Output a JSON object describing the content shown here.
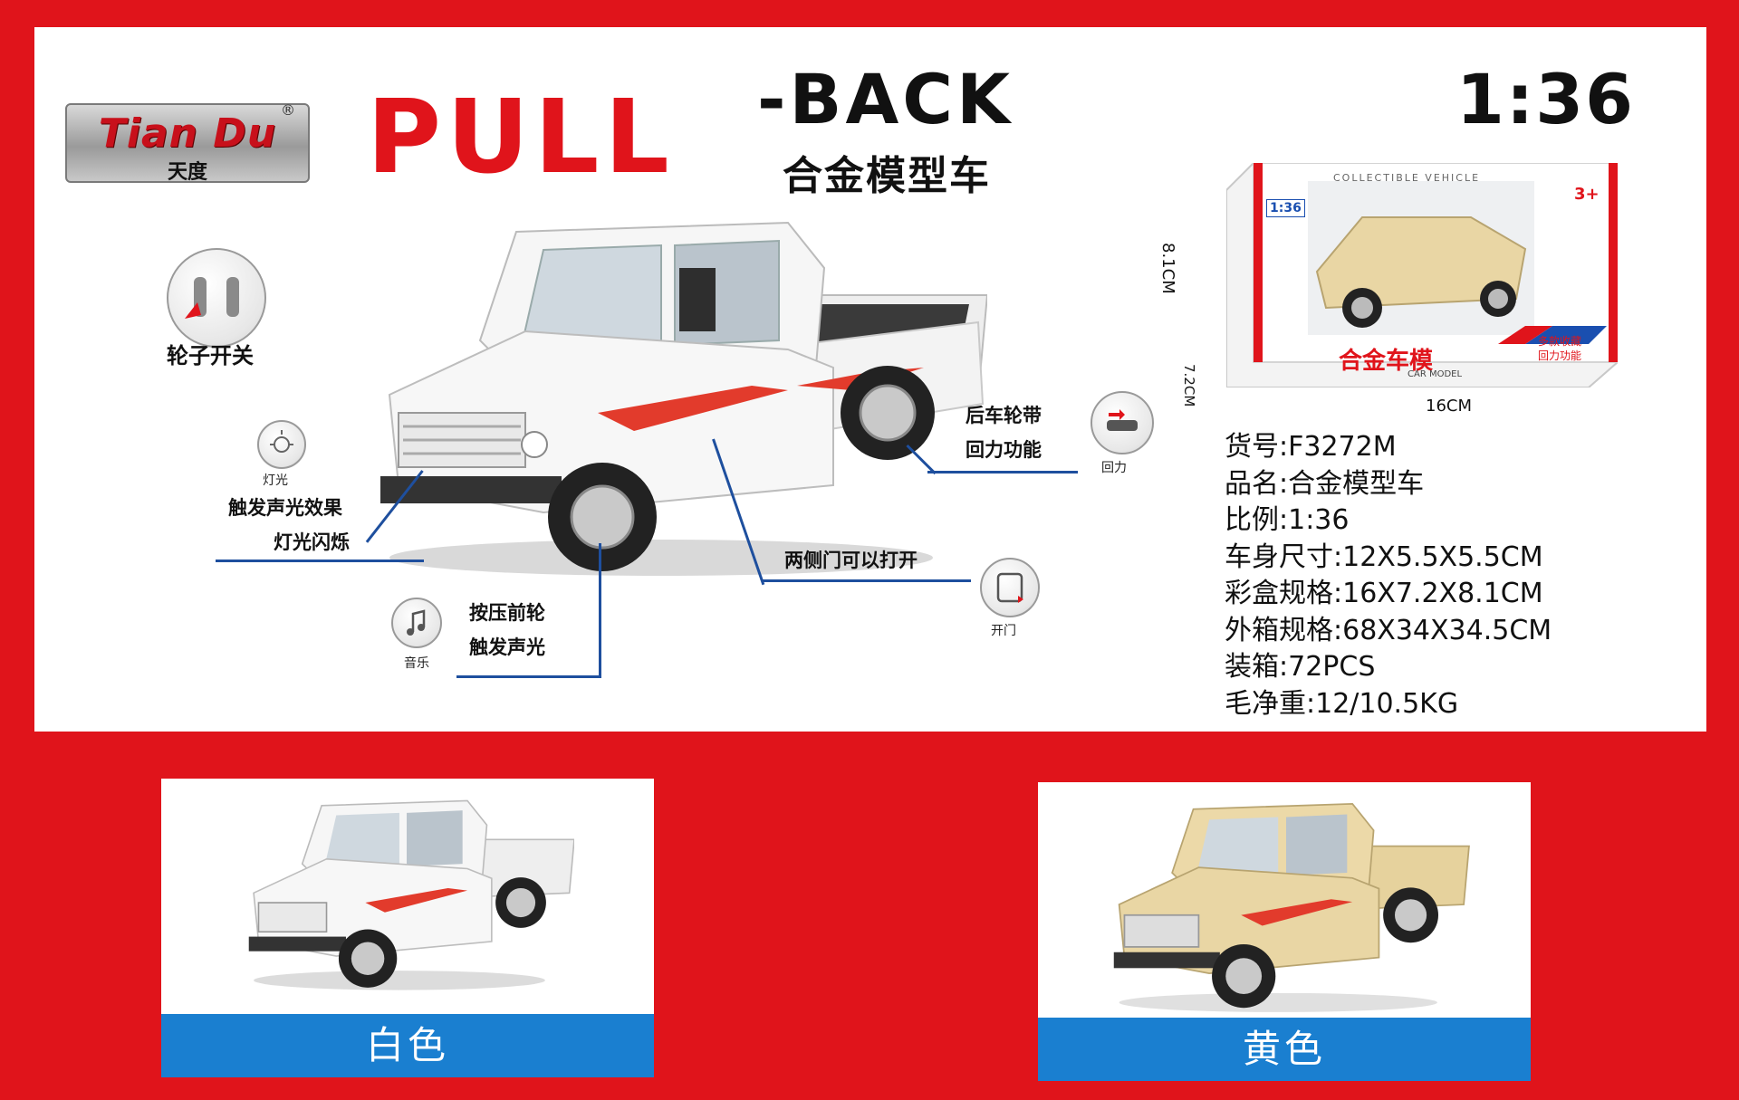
{
  "brand": {
    "logo_text": "Tian Du",
    "logo_sub": "天度",
    "registered": "®"
  },
  "title": {
    "pull": "PULL",
    "back": "-BACK",
    "subtitle": "合金模型车",
    "scale": "1:36"
  },
  "features": {
    "wheel_switch": {
      "label": "轮子开关"
    },
    "light": {
      "icon_label": "灯光",
      "line1": "触发声光效果",
      "line2": "灯光闪烁"
    },
    "music": {
      "icon_label": "音乐",
      "line1": "按压前轮",
      "line2": "触发声光"
    },
    "doors": {
      "icon_label": "开门",
      "text": "两侧门可以打开"
    },
    "pullback": {
      "icon_label": "回力",
      "line1": "后车轮带",
      "line2": "回力功能"
    }
  },
  "package": {
    "header": "COLLECTIBLE VEHICLE",
    "scale_badge": "1:36",
    "age": "3+",
    "cn_name": "合金车模",
    "en_name": "CAR MODEL",
    "tag1": "多款收藏",
    "tag2": "回力功能",
    "dim_height": "8.1CM",
    "dim_depth": "7.2CM",
    "dim_width": "16CM"
  },
  "specs": [
    "货号:F3272M",
    "品名:合金模型车",
    "比例:1:36",
    "车身尺寸:12X5.5X5.5CM",
    "彩盒规格:16X7.2X8.1CM",
    "外箱规格:68X34X34.5CM",
    "装箱:72PCS",
    "毛净重:12/10.5KG"
  ],
  "variants": [
    {
      "label": "白色",
      "color": "#f4f4f4"
    },
    {
      "label": "黄色",
      "color": "#e9d6a4"
    }
  ],
  "colors": {
    "background": "#e0141b",
    "band": "#1a7fd0",
    "callout": "#1e4f9e",
    "white_car": "#f4f4f4",
    "yellow_car": "#e9d6a4"
  }
}
